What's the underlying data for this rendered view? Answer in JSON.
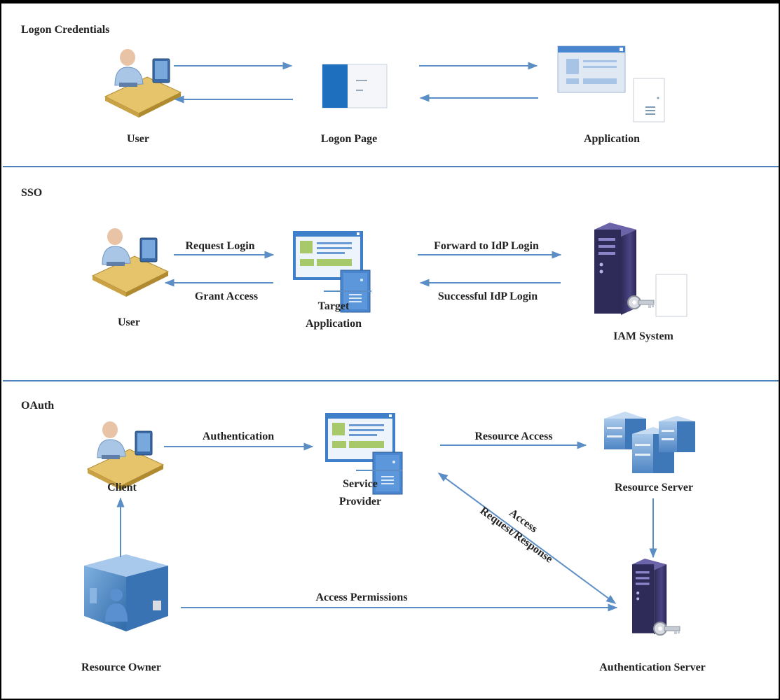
{
  "colors": {
    "arrow": "#5b8ec4",
    "divider": "#4f81bd",
    "window_blue": "#3f7fc9",
    "window_light": "#cfe0f4",
    "window_green": "#a8c96a",
    "server_purple": "#3f3a6e",
    "rack_blue": "#6d9dd1"
  },
  "sections": [
    {
      "title": "Logon Credentials",
      "nodes": {
        "user": "User",
        "logon_page": "Logon Page",
        "application": "Application"
      }
    },
    {
      "title": "SSO",
      "nodes": {
        "user": "User",
        "target_app_line1": "Target",
        "target_app_line2": "Application",
        "iam": "IAM System"
      },
      "edges": {
        "request_login": "Request Login",
        "grant_access": "Grant Access",
        "forward": "Forward to IdP Login",
        "success": "Successful IdP Login"
      }
    },
    {
      "title": "OAuth",
      "nodes": {
        "client": "Client",
        "sp_line1": "Service",
        "sp_line2": "Provider",
        "resource_server": "Resource Server",
        "resource_owner": "Resource Owner",
        "auth_server": "Authentication Server"
      },
      "edges": {
        "authentication": "Authentication",
        "resource_access": "Resource Access",
        "access_line1": "Access",
        "access_line2": "Request/Response",
        "permissions": "Access Permissions"
      }
    }
  ]
}
